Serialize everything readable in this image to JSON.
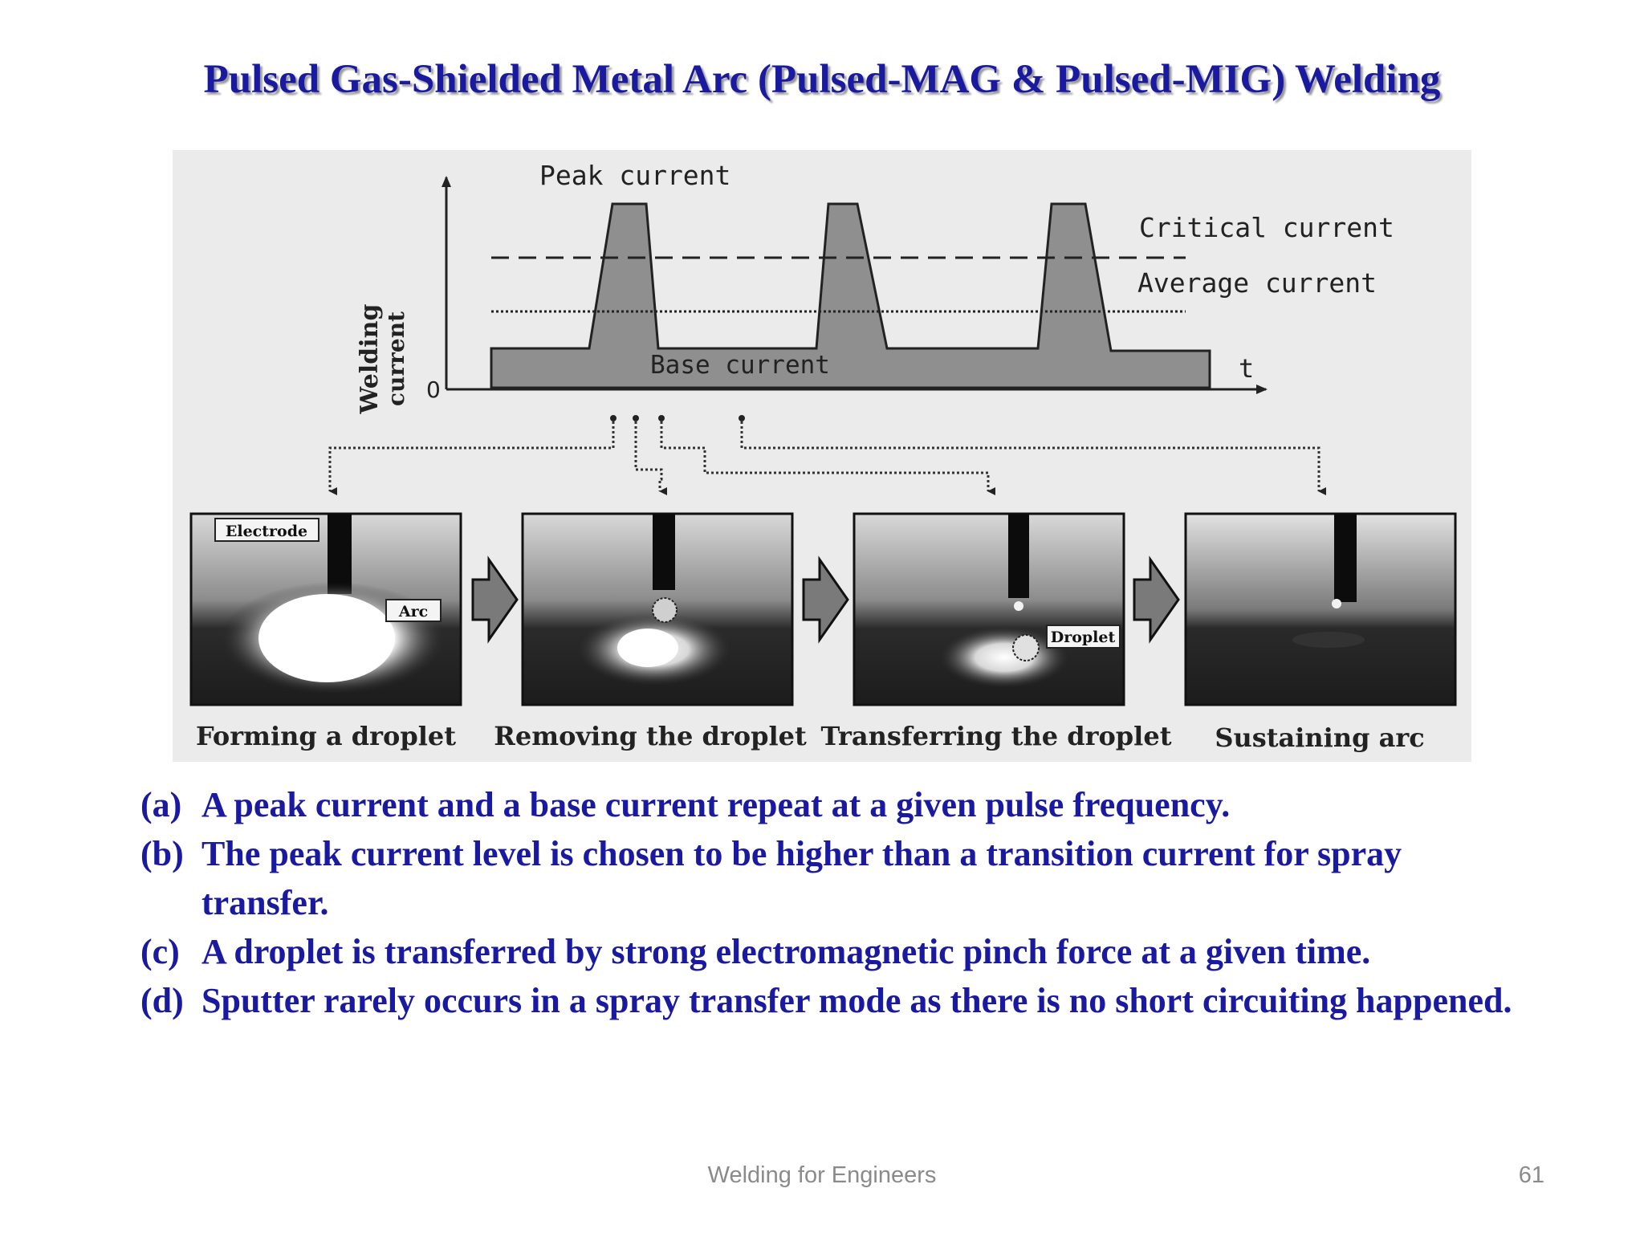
{
  "title": "Pulsed Gas-Shielded Metal Arc (Pulsed-MAG & Pulsed-MIG) Welding",
  "figure": {
    "y_axis_label_line1": "Welding",
    "y_axis_label_line2": "current",
    "origin_label": "0",
    "x_axis_label": "t",
    "peak_label": "Peak current",
    "critical_label": "Critical current",
    "average_label": "Average current",
    "base_label": "Base current",
    "photo_labels": {
      "electrode": "Electrode",
      "arc": "Arc",
      "droplet": "Droplet"
    },
    "stages": [
      "Forming a droplet",
      "Removing the droplet",
      "Transferring the droplet",
      "Sustaining arc"
    ]
  },
  "bullets": [
    {
      "label": "(a)",
      "text": "A peak current and a base current repeat at a given pulse frequency."
    },
    {
      "label": "(b)",
      "text": "The peak current level is chosen to be higher than a transition current for spray transfer."
    },
    {
      "label": "(c)",
      "text": "A droplet is transferred by strong electromagnetic pinch force at a given time."
    },
    {
      "label": "(d)",
      "text": "Sputter rarely occurs in a spray transfer mode as there is no short circuiting happened."
    }
  ],
  "footer": {
    "center": "Welding for Engineers",
    "page": "61"
  },
  "colors": {
    "title": "#1a1aa0",
    "body_text": "#1a1aa0",
    "footer": "#8a8a8a",
    "figure_bg": "#ebebeb"
  }
}
